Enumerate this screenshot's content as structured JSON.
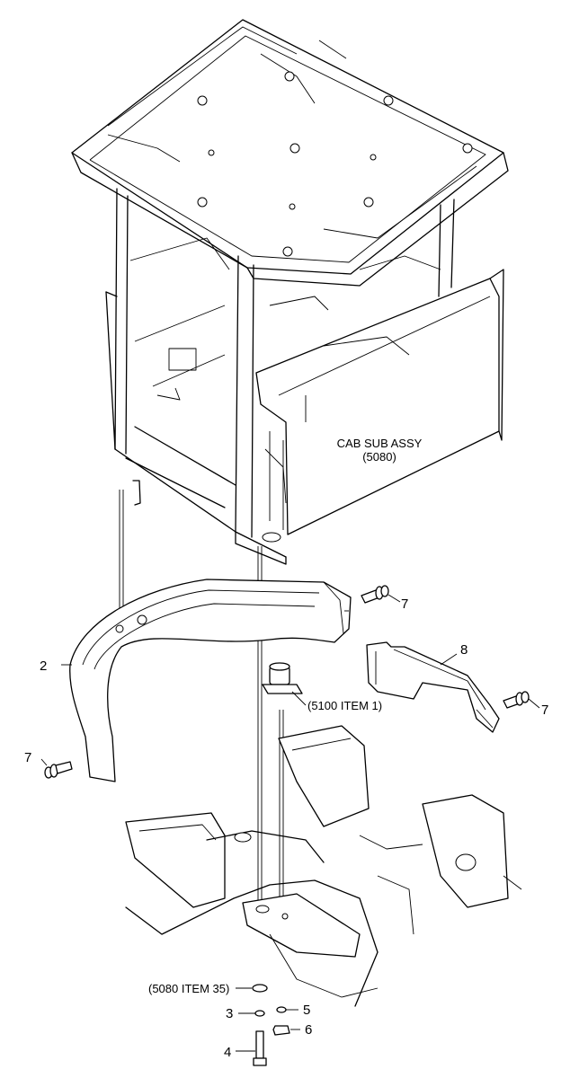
{
  "labels": {
    "cab_sub_assy_line1": "CAB SUB ASSY",
    "cab_sub_assy_line2": "(5080)",
    "mount_ref": "(5100 ITEM 1)",
    "washer_ref": "(5080 ITEM 35)"
  },
  "callouts": {
    "fender": "2",
    "washer": "3",
    "bolt": "4",
    "washer_b": "5",
    "nut": "6",
    "bolt_top": "7",
    "bolt_right": "7",
    "bolt_left": "7",
    "bracket": "8"
  }
}
